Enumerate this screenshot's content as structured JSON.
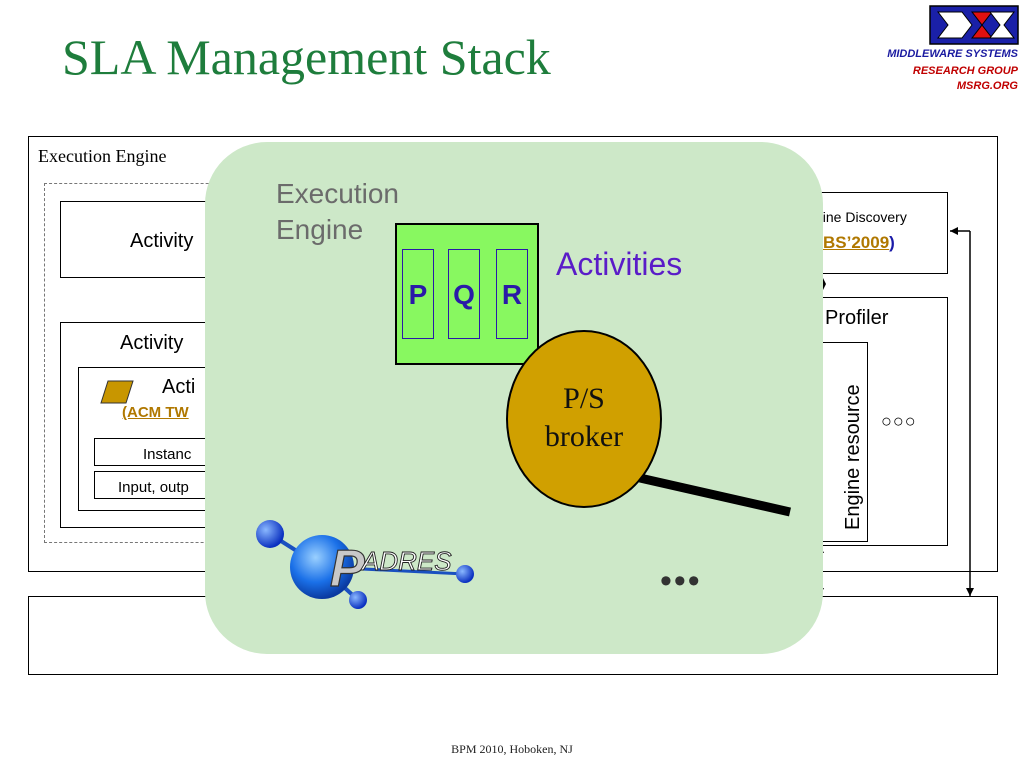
{
  "slide": {
    "title": "SLA Management Stack",
    "footer": "BPM 2010, Hoboken, NJ"
  },
  "logo": {
    "line1": "MIDDLEWARE SYSTEMS",
    "line2": "RESEARCH GROUP",
    "line3": "MSRG.ORG"
  },
  "background_diagram": {
    "execution_engine_label": "Execution Engine",
    "activity_box_1": "Activity",
    "engine_discovery": "gine Discovery",
    "engine_discovery_ref": "BS’2009",
    "engine_discovery_close": ")",
    "activity_box_2": "Activity",
    "activity_inner": "Acti",
    "acm_ref": "(ACM TW",
    "instance_field": "Instanc",
    "input_field": "Input, outp",
    "profiler": "Profiler",
    "engine_resource": "Engine resource",
    "ooo": "○○○"
  },
  "overlay": {
    "execution_engine_l1": "Execution",
    "execution_engine_l2": "Engine",
    "activities": "Activities",
    "pqr": [
      "P",
      "Q",
      "R"
    ],
    "broker_l1": "P/S",
    "broker_l2": "broker",
    "ellipsis": "•••",
    "padres_logo": "PADRES"
  }
}
